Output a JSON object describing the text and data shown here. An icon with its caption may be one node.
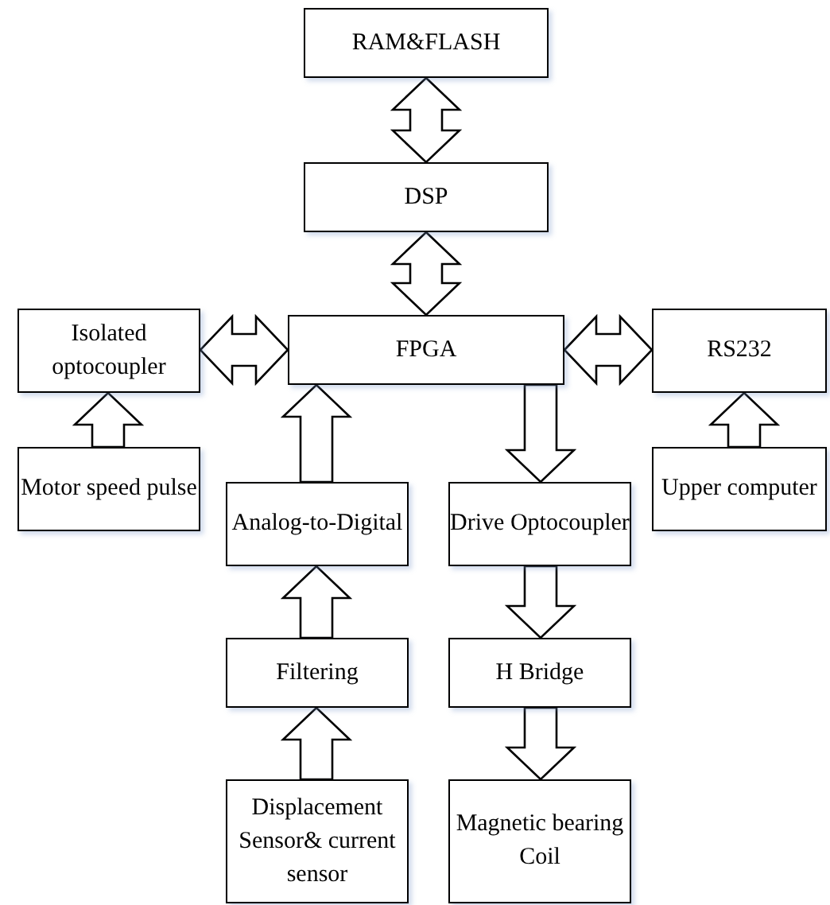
{
  "diagram": {
    "nodes": [
      {
        "text": [
          "RAM&FLASH"
        ]
      },
      {
        "text": [
          "DSP"
        ]
      },
      {
        "text": [
          "FPGA"
        ]
      },
      {
        "text": [
          "Isolated optocoupler"
        ]
      },
      {
        "text": [
          "RS232"
        ]
      },
      {
        "text": [
          "Motor speed pulse"
        ]
      },
      {
        "text": [
          "Upper computer"
        ]
      },
      {
        "text": [
          "Analog-to-Digital"
        ]
      },
      {
        "text": [
          "Drive Optocoupler"
        ]
      },
      {
        "text": [
          "Filtering"
        ]
      },
      {
        "text": [
          "H Bridge"
        ]
      },
      {
        "text": [
          "Displacement Sensor& current sensor"
        ]
      },
      {
        "text": [
          "Magnetic bearing Coil"
        ]
      }
    ],
    "edges": [
      {
        "from": 0,
        "to": 1,
        "arrow": "both"
      },
      {
        "from": 1,
        "to": 2,
        "arrow": "both"
      },
      {
        "from": 3,
        "to": 2,
        "arrow": "both"
      },
      {
        "from": 2,
        "to": 4,
        "arrow": "both"
      },
      {
        "from": 5,
        "to": 3,
        "arrow": "to"
      },
      {
        "from": 6,
        "to": 4,
        "arrow": "to"
      },
      {
        "from": 7,
        "to": 2,
        "arrow": "to"
      },
      {
        "from": 2,
        "to": 8,
        "arrow": "to"
      },
      {
        "from": 9,
        "to": 7,
        "arrow": "to"
      },
      {
        "from": 11,
        "to": 9,
        "arrow": "to"
      },
      {
        "from": 8,
        "to": 10,
        "arrow": "to"
      },
      {
        "from": 10,
        "to": 12,
        "arrow": "to"
      }
    ]
  }
}
